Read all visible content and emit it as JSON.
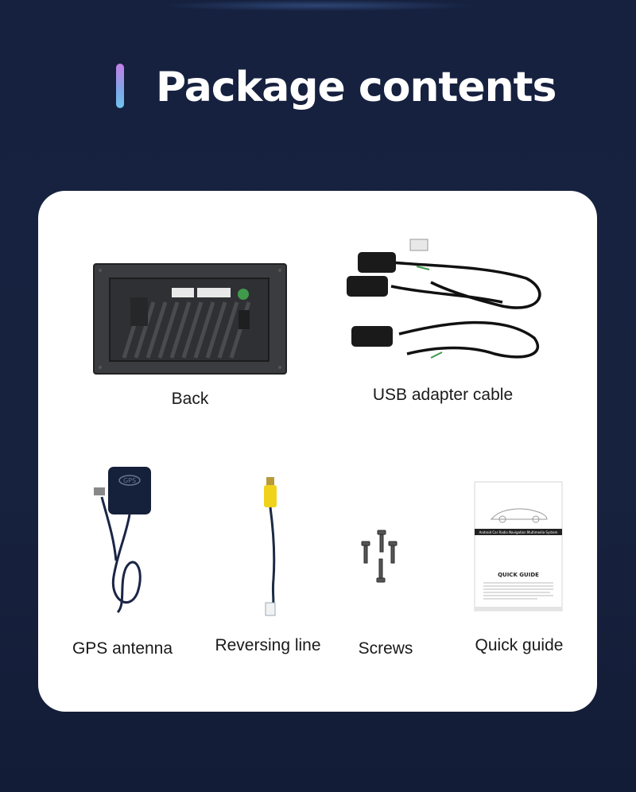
{
  "page": {
    "title": "Package contents",
    "accent_gradient": [
      "#c57ee8",
      "#6fc4ee"
    ],
    "background": "#16213f"
  },
  "items": [
    {
      "label": "Back",
      "icon": "head-unit-back-icon"
    },
    {
      "label": "USB adapter cable",
      "icon": "usb-cable-icon"
    },
    {
      "label": "GPS antenna",
      "icon": "gps-antenna-icon"
    },
    {
      "label": "Reversing line",
      "icon": "reversing-line-icon"
    },
    {
      "label": "Screws",
      "icon": "screws-icon"
    },
    {
      "label": "Quick guide",
      "icon": "quick-guide-icon"
    }
  ],
  "guide": {
    "banner": "Android Car Radio Navigation Multimedia System",
    "heading": "QUICK GUIDE",
    "antenna_tag": "GPS"
  }
}
